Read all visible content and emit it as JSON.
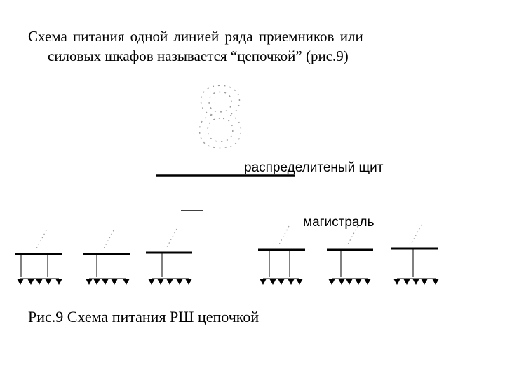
{
  "intro": {
    "line1": "Схема питания одной линией ряда приемников или",
    "line2": "силовых шкафов называется “цепочкой” (рис.9)"
  },
  "labels": {
    "panel": "распределитеный щит",
    "trunk": "магистраль"
  },
  "figure": {
    "digit": "8",
    "cabinet_count": 6,
    "receivers_per_cabinet": 5
  },
  "caption": "Рис.9 Схема питания РШ цепочкой"
}
